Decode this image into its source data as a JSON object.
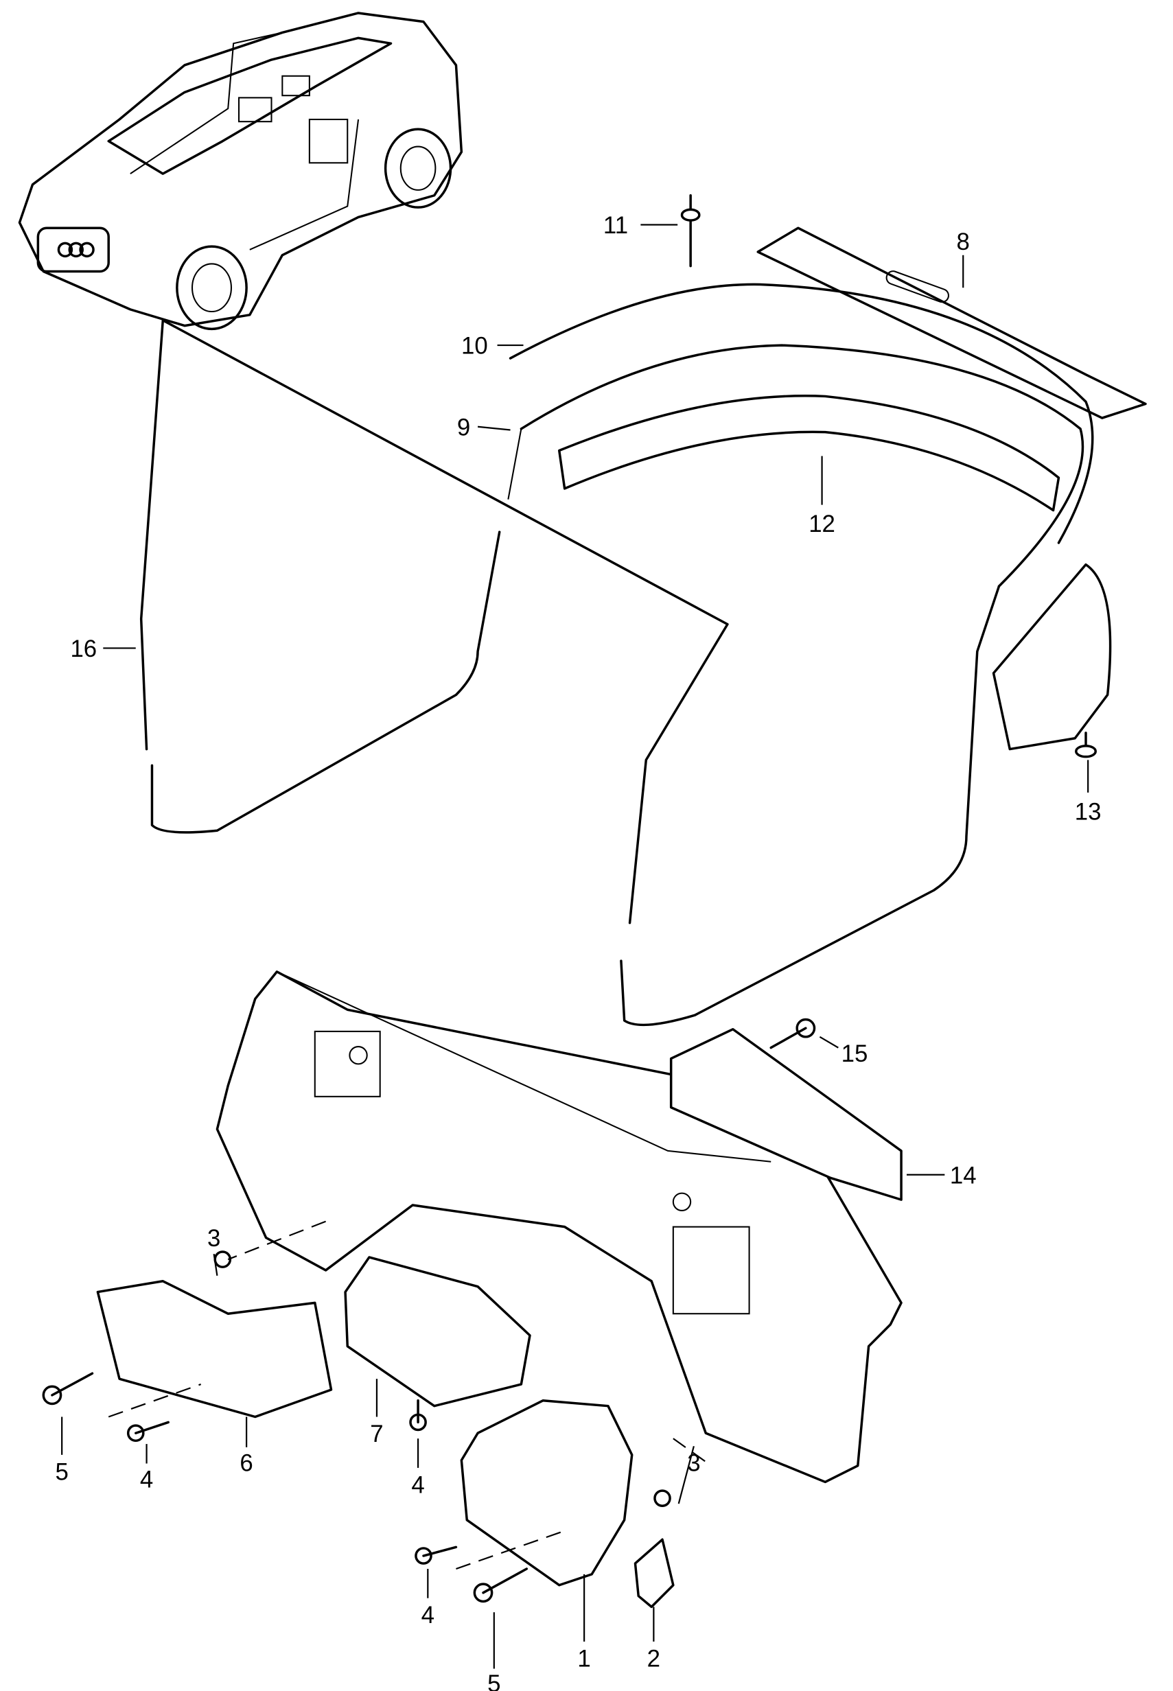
{
  "diagram": {
    "title_view": "vehicle-overview",
    "callouts": [
      {
        "id": "c1",
        "label": "1"
      },
      {
        "id": "c2",
        "label": "2"
      },
      {
        "id": "c3a",
        "label": "3"
      },
      {
        "id": "c3b",
        "label": "3"
      },
      {
        "id": "c4a",
        "label": "4"
      },
      {
        "id": "c4b",
        "label": "4"
      },
      {
        "id": "c4c",
        "label": "4"
      },
      {
        "id": "c5a",
        "label": "5"
      },
      {
        "id": "c5b",
        "label": "5"
      },
      {
        "id": "c6",
        "label": "6"
      },
      {
        "id": "c7",
        "label": "7"
      },
      {
        "id": "c8",
        "label": "8"
      },
      {
        "id": "c9",
        "label": "9"
      },
      {
        "id": "c10",
        "label": "10"
      },
      {
        "id": "c11",
        "label": "11"
      },
      {
        "id": "c12",
        "label": "12"
      },
      {
        "id": "c13",
        "label": "13"
      },
      {
        "id": "c14",
        "label": "14"
      },
      {
        "id": "c15",
        "label": "15"
      },
      {
        "id": "c16",
        "label": "16"
      }
    ]
  }
}
